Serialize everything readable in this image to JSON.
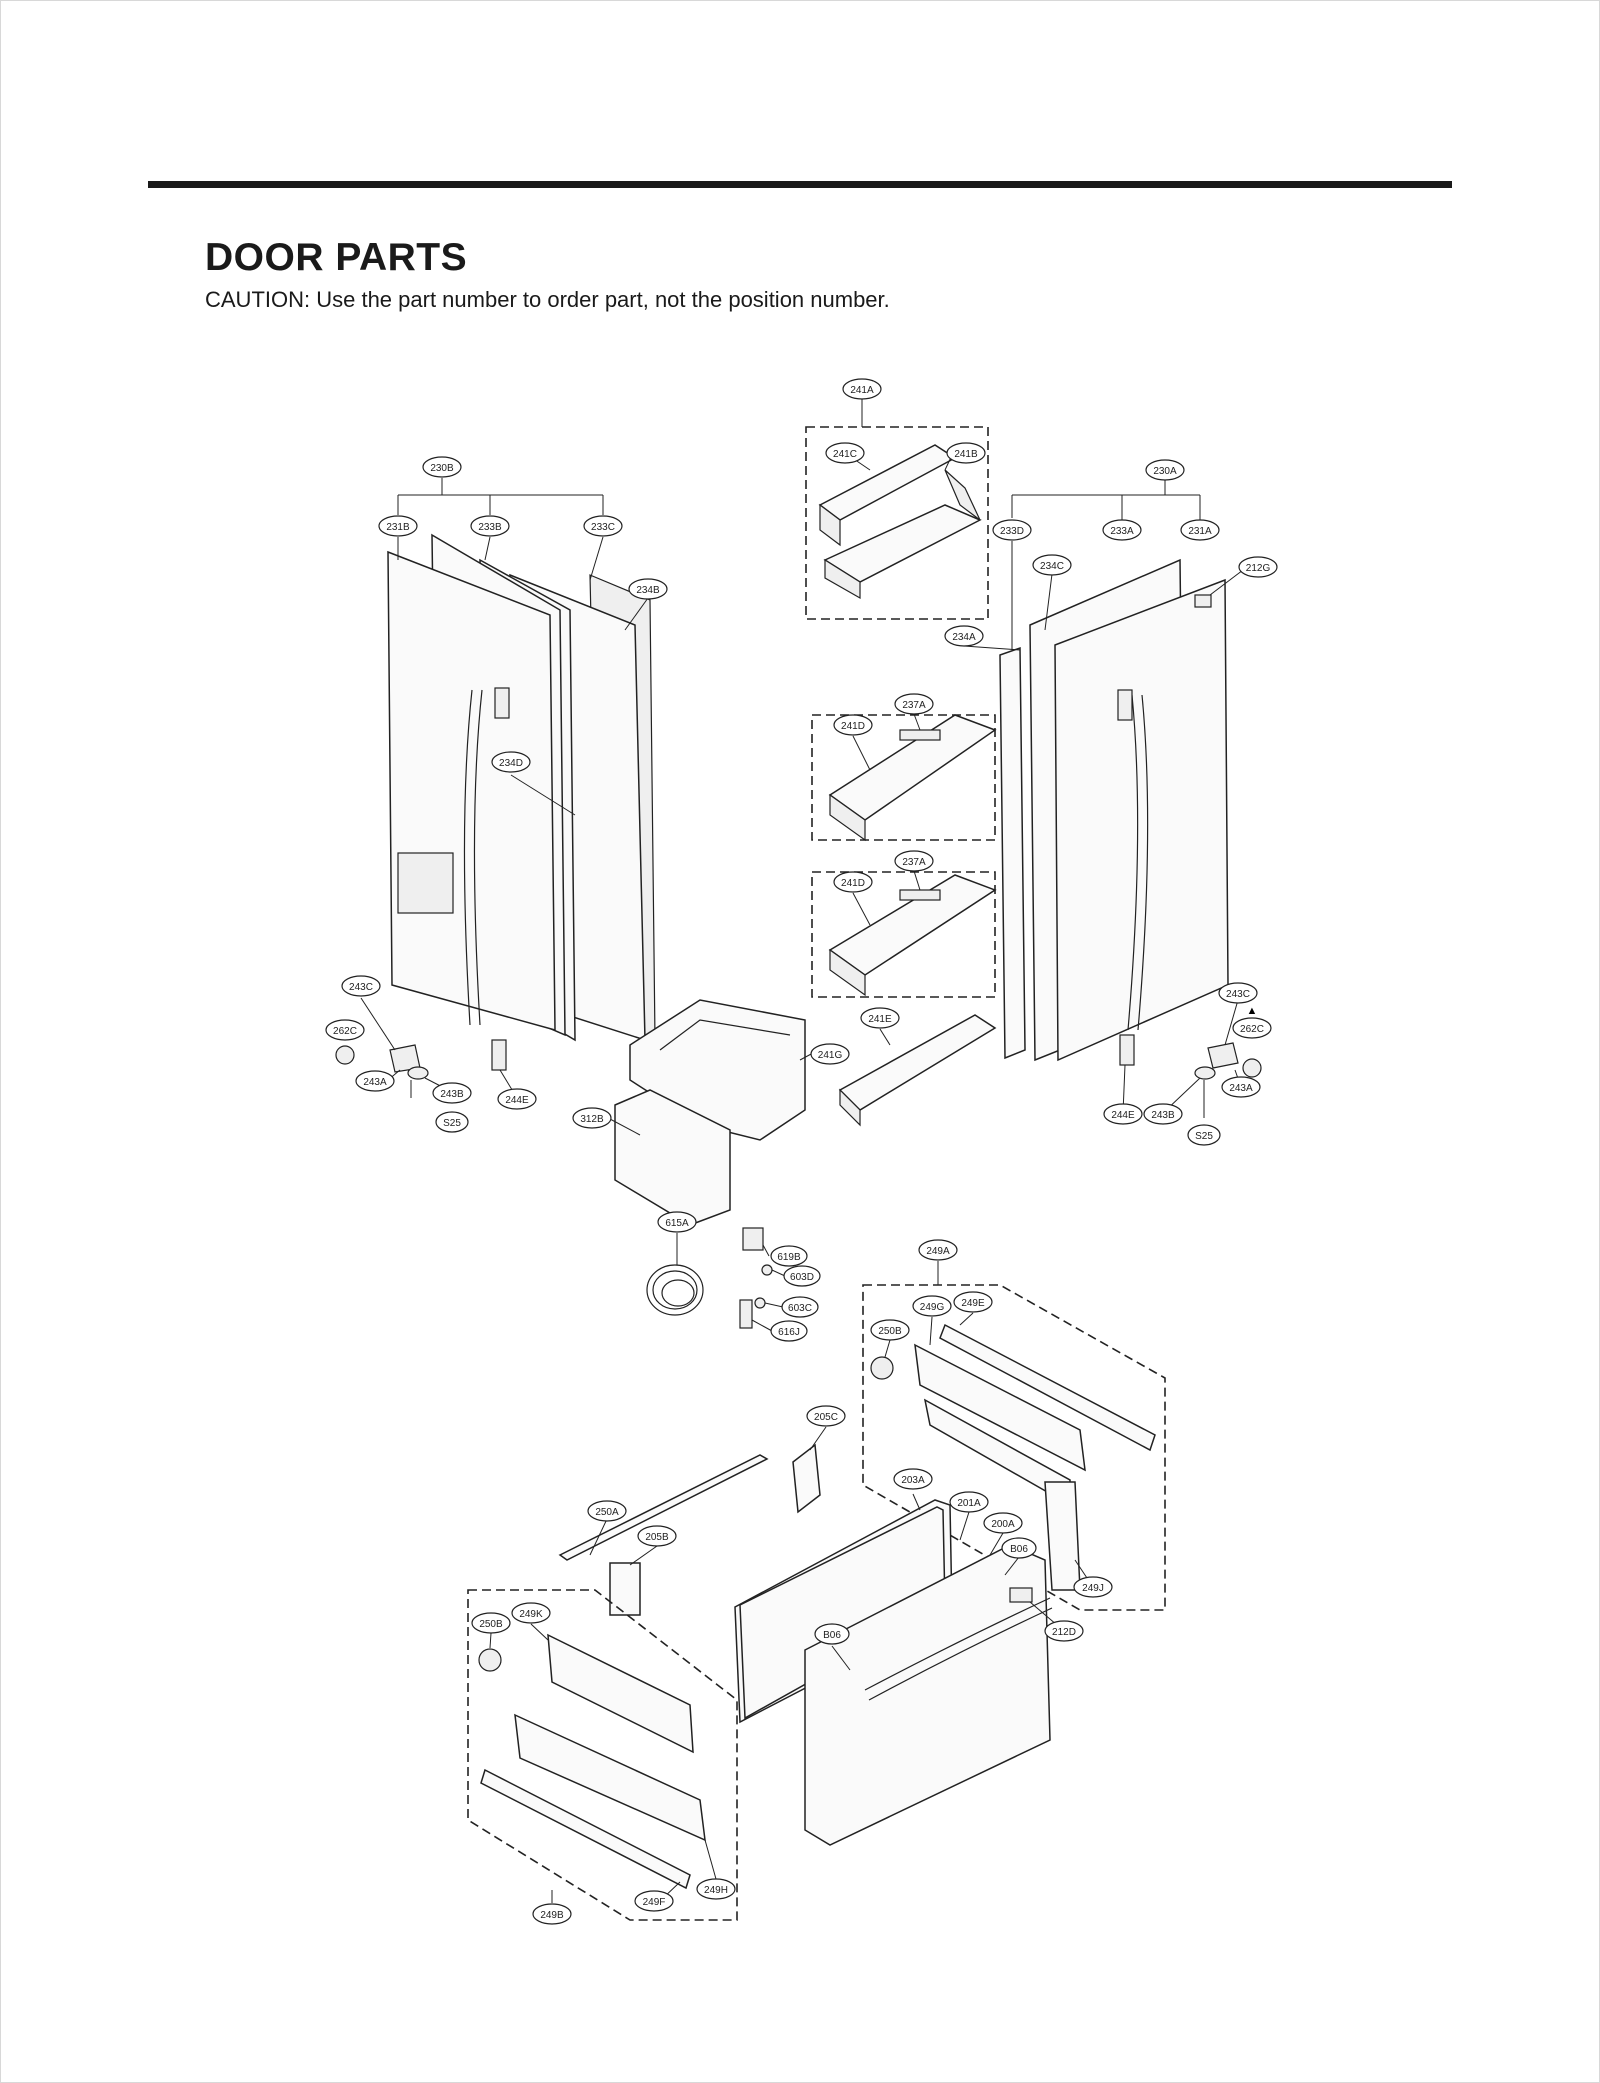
{
  "header": {
    "title": "DOOR PARTS",
    "caution": "CAUTION: Use the part number to order part, not the position number."
  },
  "callouts": {
    "c241A": "241A",
    "c241C": "241C",
    "c241B": "241B",
    "c230B": "230B",
    "c231B": "231B",
    "c233B": "233B",
    "c233C": "233C",
    "c234B": "234B",
    "c234D": "234D",
    "c230A": "230A",
    "c233D": "233D",
    "c233A": "233A",
    "c231A": "231A",
    "c234C": "234C",
    "c212G": "212G",
    "c234A": "234A",
    "c237A_1": "237A",
    "c241D_1": "241D",
    "c237A_2": "237A",
    "c241D_2": "241D",
    "c241E": "241E",
    "c241G": "241G",
    "c312B": "312B",
    "c243C_L": "243C",
    "c262C_L": "262C",
    "c243A_L": "243A",
    "c243B_L": "243B",
    "cS25_L": "S25",
    "c244E_L": "244E",
    "c243C_R": "243C",
    "c262C_R": "262C",
    "c243A_R": "243A",
    "c243B_R": "243B",
    "cS25_R": "S25",
    "c244E_R": "244E",
    "c615A": "615A",
    "c619B": "619B",
    "c603D": "603D",
    "c603C": "603C",
    "c616J": "616J",
    "c249A": "249A",
    "c249G": "249G",
    "c249E": "249E",
    "c250B_1": "250B",
    "c249J": "249J",
    "c212D": "212D",
    "c205C": "205C",
    "c203A": "203A",
    "c201A": "201A",
    "c200A": "200A",
    "cB06_1": "B06",
    "cB06_2": "B06",
    "c250A": "250A",
    "c205B": "205B",
    "c250B_2": "250B",
    "c249K": "249K",
    "c249H": "249H",
    "c249F": "249F",
    "c249B": "249B"
  },
  "markers": {
    "triangle_symbol": "▲"
  }
}
